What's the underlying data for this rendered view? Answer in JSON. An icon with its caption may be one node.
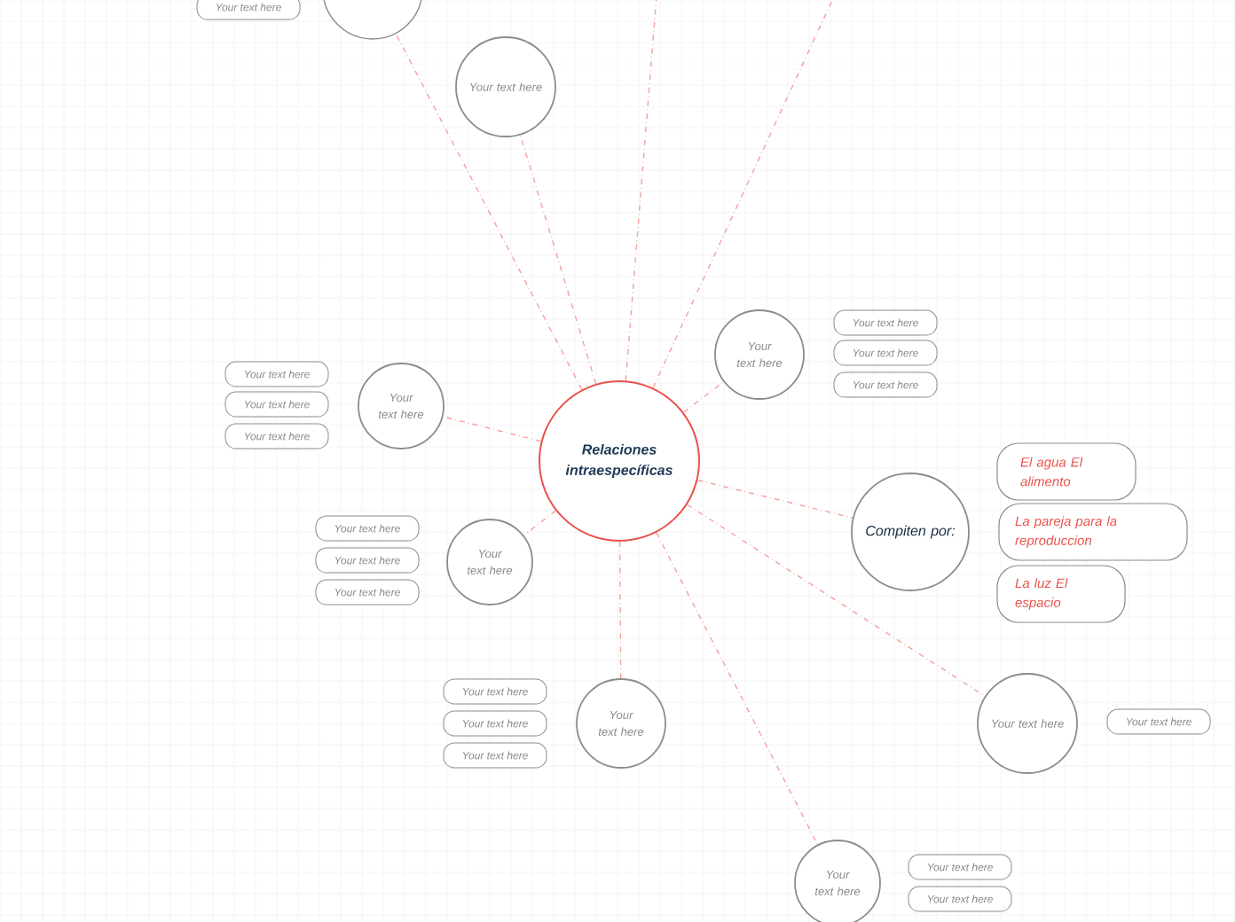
{
  "diagram": {
    "nodes": [
      {
        "text": [
          "Relaciones intraespecíficas"
        ]
      },
      {
        "text": [],
        "shape": "circle"
      },
      {
        "text": [
          "Your text here"
        ]
      },
      {
        "text": [
          "Your text here"
        ]
      },
      {
        "text": [
          "Your text here"
        ]
      },
      {
        "text": [
          "Your text here"
        ]
      },
      {
        "text": [
          "Your text here"
        ]
      },
      {
        "text": [
          "Your text here"
        ]
      },
      {
        "text": [
          "Your text here"
        ]
      },
      {
        "text": [
          "Your text here"
        ]
      },
      {
        "text": [
          "Your text here"
        ]
      },
      {
        "text": [
          "Your text here"
        ]
      },
      {
        "text": [
          "Compiten por:"
        ]
      },
      {
        "text": [
          "El agua El alimento"
        ]
      },
      {
        "text": [
          "La pareja para la reproduccion"
        ]
      },
      {
        "text": [
          "La luz El espacio"
        ]
      },
      {
        "text": [
          "Your text here"
        ]
      },
      {
        "text": [
          "Your text here"
        ]
      },
      {
        "text": [
          "Your text here"
        ]
      },
      {
        "text": [
          "Your text here"
        ]
      },
      {
        "text": [
          "Your text here"
        ]
      },
      {
        "text": [
          "Your text here"
        ]
      },
      {
        "text": [
          "Your text here"
        ]
      },
      {
        "text": [
          "Your text here"
        ]
      },
      {
        "text": [
          "Your text here"
        ]
      },
      {
        "text": [
          "Your text here"
        ]
      },
      {
        "text": [
          "Your text here"
        ]
      },
      {
        "text": [
          "Your text here"
        ]
      },
      {
        "text": [
          "Your text here"
        ]
      }
    ],
    "edges": [
      {
        "from": 0,
        "to": 1,
        "arrow": "none"
      },
      {
        "from": 0,
        "to": 3,
        "arrow": "none"
      },
      {
        "from": 0,
        "to": null,
        "arrow": "none"
      },
      {
        "from": 0,
        "to": null,
        "arrow": "none"
      },
      {
        "from": 0,
        "to": 4,
        "arrow": "none"
      },
      {
        "from": 0,
        "to": 8,
        "arrow": "none"
      },
      {
        "from": 0,
        "to": 12,
        "arrow": "none"
      },
      {
        "from": 0,
        "to": 16,
        "arrow": "none"
      },
      {
        "from": 0,
        "to": 20,
        "arrow": "none"
      },
      {
        "from": 0,
        "to": 24,
        "arrow": "none"
      },
      {
        "from": 0,
        "to": 26,
        "arrow": "none"
      }
    ]
  }
}
